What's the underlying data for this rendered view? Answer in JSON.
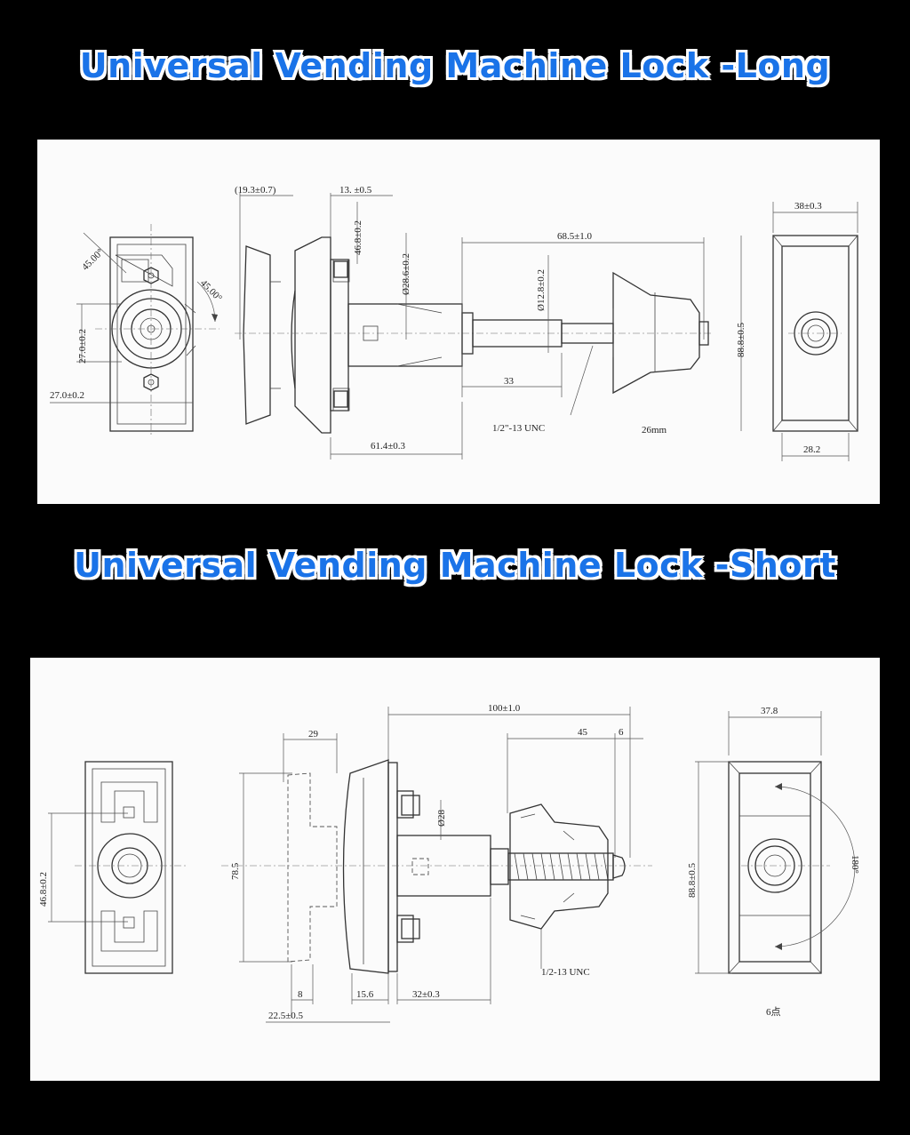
{
  "long": {
    "title": "Universal Vending Machine Lock -Long",
    "dims": {
      "d1": "(19.3±0.7)",
      "d2": "13. ±0.5",
      "d3": "46.8±0.2",
      "d4": "Ø28.6±0.2",
      "d5": "68.5±1.0",
      "d6": "Ø12.8±0.2",
      "d7": "33",
      "d8": "1/2\"-13 UNC",
      "d9": "26mm",
      "d10": "61.4±0.3",
      "d11": "38±0.3",
      "d12": "88.8±0.5",
      "d13": "28.2",
      "d14": "27.0±0.2",
      "d15": "27.0±0.2",
      "d16": "45.00°",
      "d17": "45.00°"
    }
  },
  "short": {
    "title": "Universal Vending Machine Lock -Short",
    "dims": {
      "d1": "100±1.0",
      "d2": "45",
      "d3": "6",
      "d4": "29",
      "d5": "Ø28",
      "d6": "78.5",
      "d7": "46.8±0.2",
      "d8": "8",
      "d9": "15.6",
      "d10": "32±0.3",
      "d11": "22.5±0.5",
      "d12": "1/2-13 UNC",
      "d13": "37.8",
      "d14": "88.8±0.5",
      "d15": "180°",
      "d16": "6点"
    }
  }
}
